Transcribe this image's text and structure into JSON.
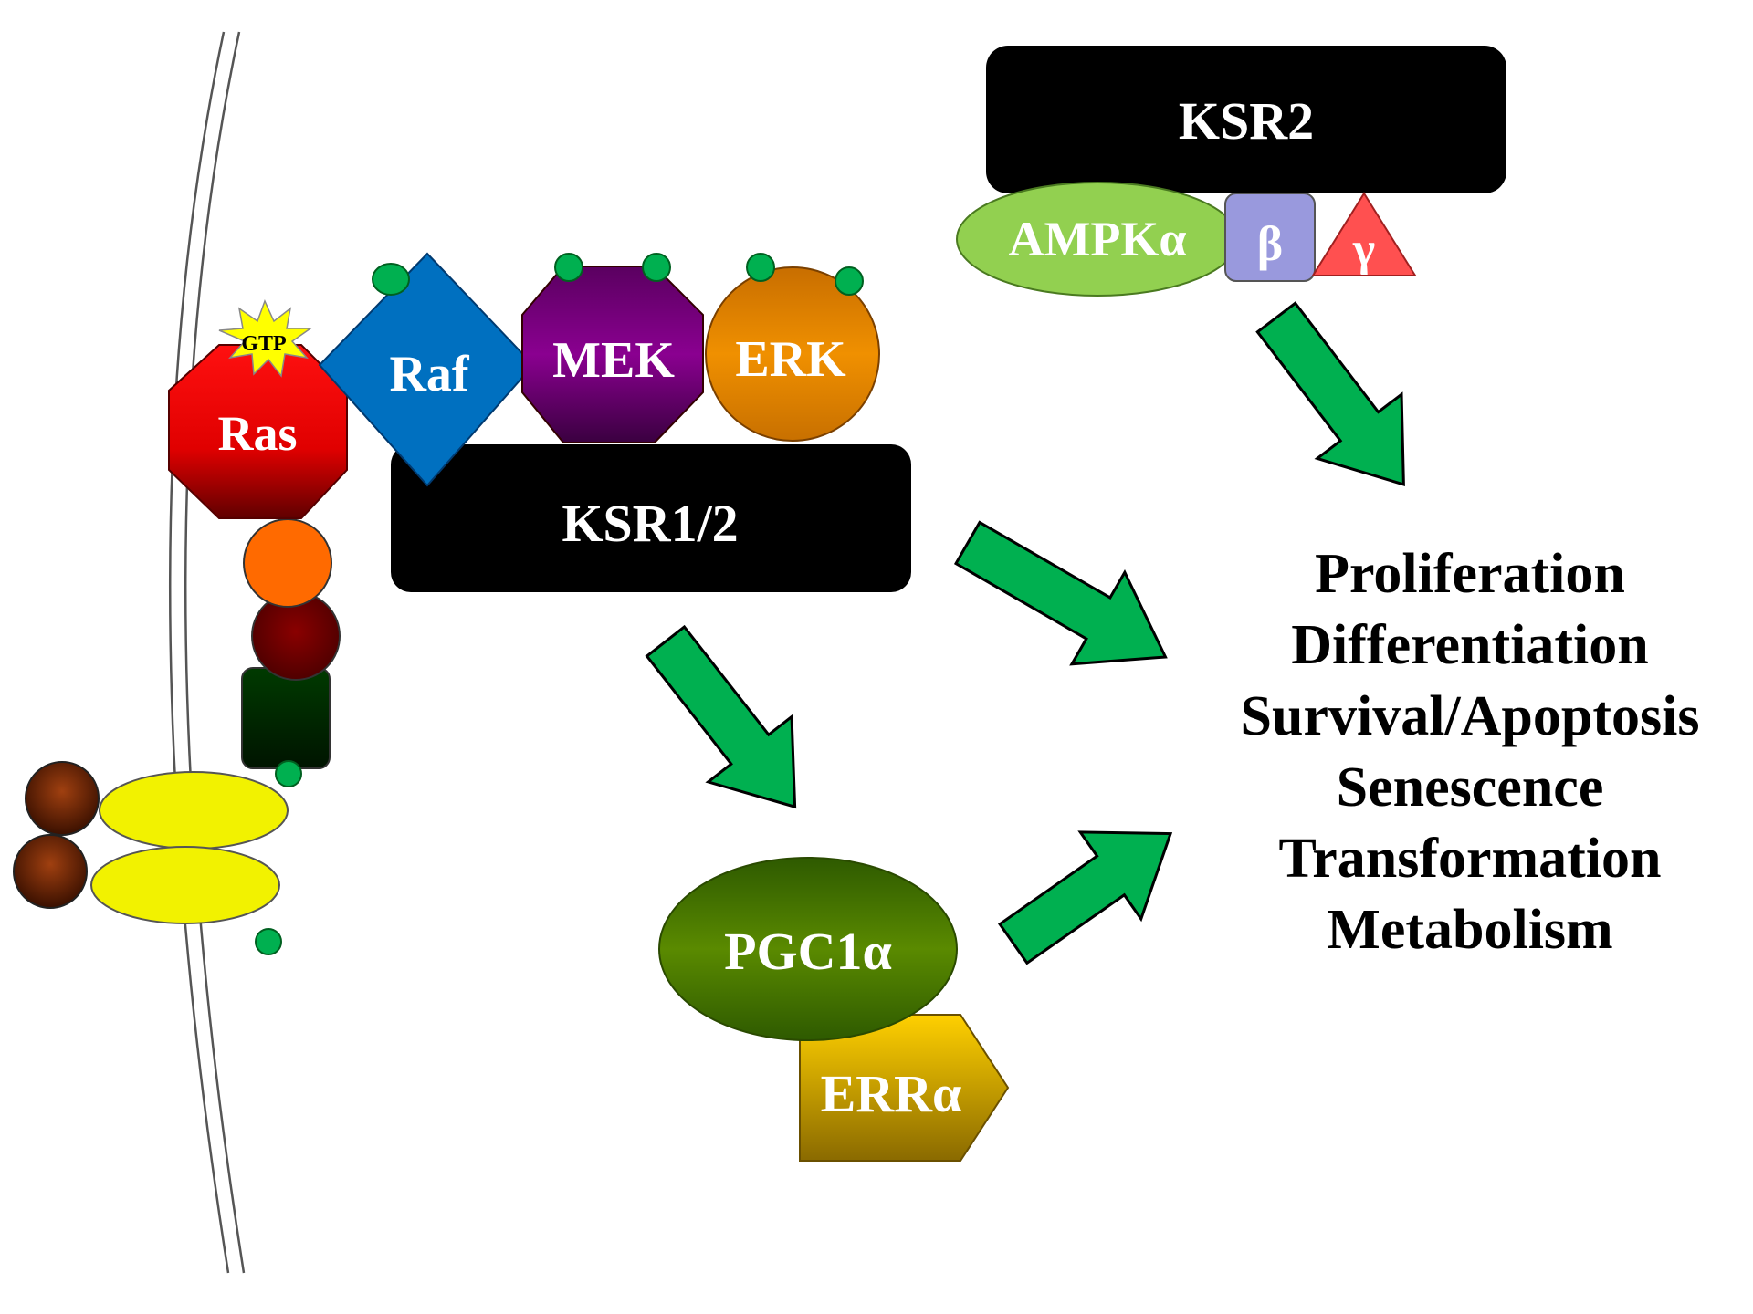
{
  "proteins": {
    "ras": "Ras",
    "gtp": "GTP",
    "raf": "Raf",
    "mek": "MEK",
    "erk": "ERK",
    "ksr12": "KSR1/2",
    "ksr2": "KSR2",
    "ampk_alpha": "AMPKα",
    "ampk_beta": "β",
    "ampk_gamma": "γ",
    "pgc1a": "PGC1α",
    "erra": "ERRα"
  },
  "outcomes": [
    "Proliferation",
    "Differentiation",
    "Survival/Apoptosis",
    "Senescence",
    "Transformation",
    "Metabolism"
  ],
  "colors": {
    "arrow": "#00b050",
    "ksr": "#000000",
    "ras": "#e00000",
    "raf": "#0070c0",
    "mek": "#7a0080",
    "erk": "#e08a00",
    "ampk_alpha": "#92d050",
    "ampk_beta": "#9999dd",
    "ampk_gamma": "#ff5050",
    "pgc1a": "#4a7c00",
    "erra": "#e8b800",
    "phospho": "#00b050"
  }
}
